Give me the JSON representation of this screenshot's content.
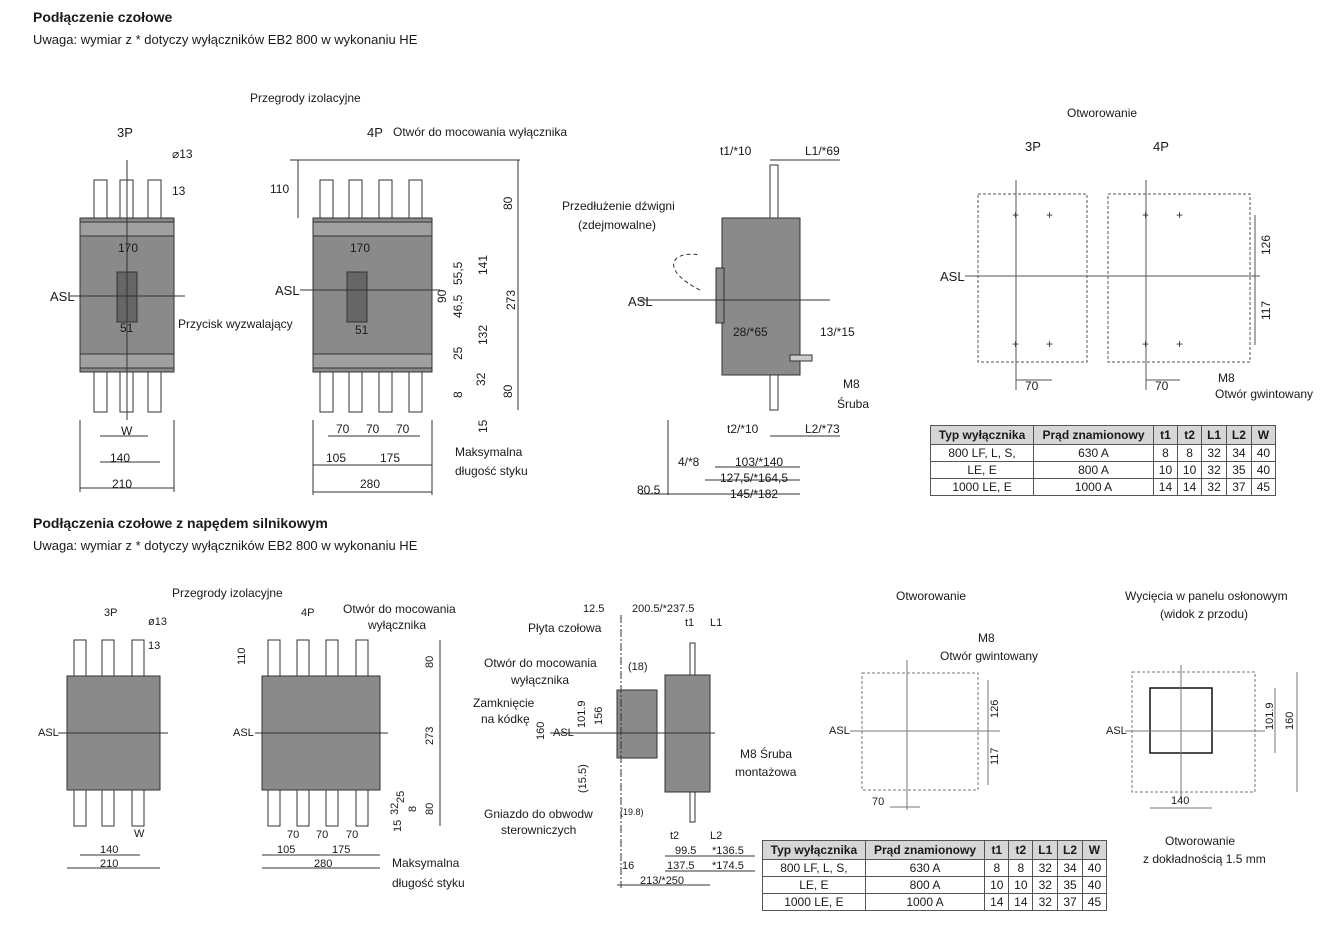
{
  "top": {
    "title": "Podłączenie czołowe",
    "note": "Uwaga: wymiar z * dotyczy wyłączników EB2 800 w wykonaniu HE",
    "v3p": {
      "label": "3P",
      "dia": "⌀13",
      "d13": "13",
      "d170": "170",
      "asl": "ASL",
      "d51": "51",
      "button": "Przycisk wyzwalający",
      "w": "W",
      "d140": "140",
      "d210": "210"
    },
    "v4p": {
      "barriers": "Przegrody izolacyjne",
      "label": "4P",
      "mount": "Otwór do mocowania wyłącznika",
      "d110": "110",
      "d80a": "80",
      "d170": "170",
      "asl": "ASL",
      "d141": "141",
      "d555": "55,5",
      "d465": "46,5",
      "d90": "90",
      "d273": "273",
      "d51": "51",
      "d132": "132",
      "d25": "25",
      "d32": "32",
      "d8": "8",
      "d80b": "80",
      "d15": "15",
      "d70": "70",
      "d105": "105",
      "d175": "175",
      "d280": "280",
      "maxlen1": "Maksymalna",
      "maxlen2": "długość styku"
    },
    "side": {
      "t1": "t1/*10",
      "l1": "L1/*69",
      "lever1": "Przedłużenie dźwigni",
      "lever2": "(zdejmowalne)",
      "asl": "ASL",
      "d28": "28/*65",
      "d13": "13/*15",
      "m8": "M8",
      "screw": "Śruba",
      "t2": "t2/*10",
      "l2": "L2/*73",
      "d4": "4/*8",
      "d103": "103/*140",
      "d127": "127,5/*164,5",
      "d145": "145/*182",
      "d805": "80.5"
    },
    "drill": {
      "title": "Otworowanie",
      "p3": "3P",
      "p4": "4P",
      "asl": "ASL",
      "d126": "126",
      "d117": "117",
      "d70": "70",
      "m8": "M8",
      "thread": "Otwór gwintowany"
    }
  },
  "bottom": {
    "title": "Podłączenia czołowe z napędem silnikowym",
    "note": "Uwaga: wymiar z * dotyczy wyłączników EB2 800 w wykonaniu HE",
    "v3p": {
      "barriers": "Przegrody izolacyjne",
      "label": "3P",
      "dia": "ø13",
      "d13": "13",
      "asl": "ASL",
      "w": "W",
      "d140": "140",
      "d210": "210"
    },
    "v4p": {
      "label": "4P",
      "mount1": "Otwór do mocowania",
      "mount2": "wyłącznika",
      "d110": "110",
      "d80a": "80",
      "asl": "ASL",
      "d273": "273",
      "d25": "25",
      "d32": "32",
      "d8": "8",
      "d80b": "80",
      "d15": "15",
      "d70": "70",
      "d105": "105",
      "d175": "175",
      "d280": "280",
      "maxlen1": "Maksymalna",
      "maxlen2": "długość styku"
    },
    "side": {
      "d125": "12.5",
      "d2005": "200.5/*237.5",
      "plate": "Płyta czołowa",
      "t1": "t1",
      "l1": "L1",
      "d18": "(18)",
      "mount1": "Otwór do mocowania",
      "mount2": "wyłącznika",
      "lock1": "Zamknięcie",
      "lock2": "na kódkę",
      "d160": "160",
      "d1019": "101.9",
      "d156": "156",
      "asl": "ASL",
      "d155": "(15.5)",
      "m8a": "M8 Śruba",
      "m8b": "montażowa",
      "d198": "(19.8)",
      "socket1": "Gniazdo do obwodw",
      "socket2": "sterowniczych",
      "t2": "t2",
      "l2": "L2",
      "d995": "99.5",
      "d1365": "*136.5",
      "d16": "16",
      "d1375": "137.5",
      "d1745": "*174.5",
      "d213": "213/*250"
    },
    "drill": {
      "title": "Otworowanie",
      "m8": "M8",
      "thread": "Otwór gwintowany",
      "asl": "ASL",
      "d126": "126",
      "d117": "117",
      "d70": "70"
    },
    "cutout": {
      "title1": "Wycięcia w panelu osłonowym",
      "title2": "(widok z przodu)",
      "asl": "ASL",
      "d1019": "101.9",
      "d160": "160",
      "d140": "140",
      "foot1": "Otworowanie",
      "foot2": "z dokładnością 1.5 mm"
    }
  },
  "table": {
    "headers": [
      "Typ wyłącznika",
      "Prąd znamionowy",
      "t1",
      "t2",
      "L1",
      "L2",
      "W"
    ],
    "type_a": "800 LF, L, S,",
    "type_a2": "LE, E",
    "type_b": "1000 LE, E",
    "rows": [
      [
        "630 A",
        "8",
        "8",
        "32",
        "34",
        "40"
      ],
      [
        "800 A",
        "10",
        "10",
        "32",
        "35",
        "40"
      ],
      [
        "1000 A",
        "14",
        "14",
        "32",
        "37",
        "45"
      ]
    ]
  }
}
